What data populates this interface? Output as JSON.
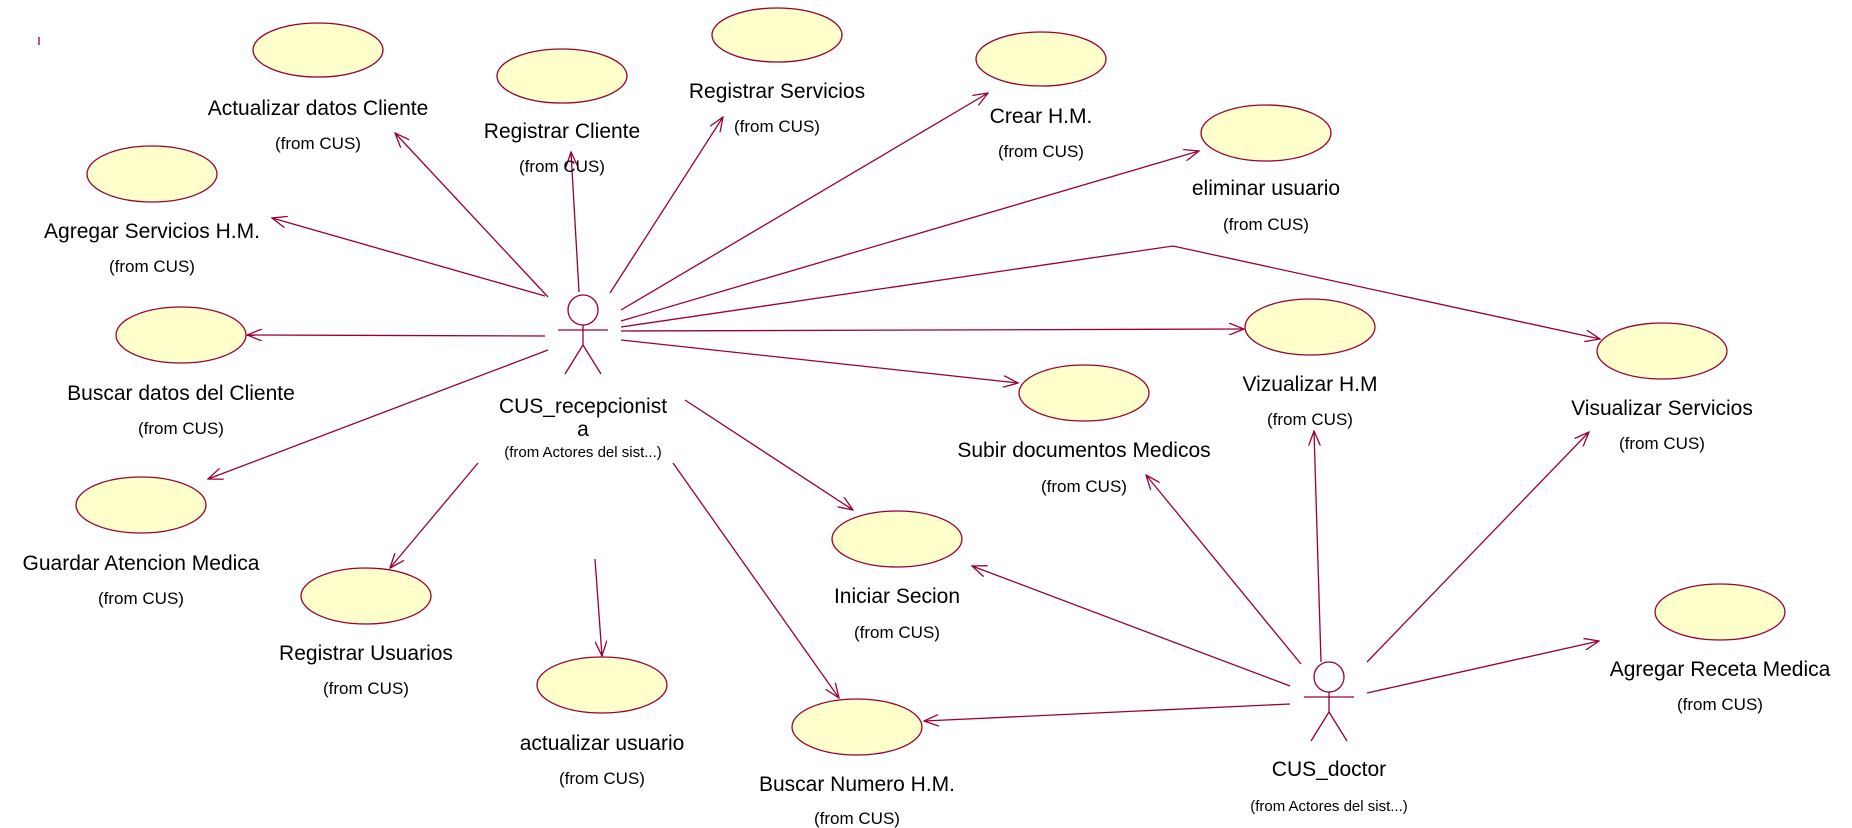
{
  "use_cases": [
    {
      "id": "actualizar-datos-cliente",
      "name": "Actualizar datos Cliente",
      "from": "(from CUS)"
    },
    {
      "id": "registrar-cliente",
      "name": "Registrar Cliente",
      "from": "(from CUS)"
    },
    {
      "id": "registrar-servicios",
      "name": "Registrar Servicios",
      "from": "(from CUS)"
    },
    {
      "id": "crear-hm",
      "name": "Crear H.M.",
      "from": "(from CUS)"
    },
    {
      "id": "eliminar-usuario",
      "name": "eliminar usuario",
      "from": "(from CUS)"
    },
    {
      "id": "agregar-servicios-hm",
      "name": "Agregar Servicios H.M.",
      "from": "(from CUS)"
    },
    {
      "id": "buscar-datos-cliente",
      "name": "Buscar datos del Cliente",
      "from": "(from CUS)"
    },
    {
      "id": "guardar-atencion-medica",
      "name": "Guardar Atencion Medica",
      "from": "(from CUS)"
    },
    {
      "id": "registrar-usuarios",
      "name": "Registrar Usuarios",
      "from": "(from CUS)"
    },
    {
      "id": "actualizar-usuario",
      "name": "actualizar usuario",
      "from": "(from CUS)"
    },
    {
      "id": "buscar-numero-hm",
      "name": "Buscar Numero H.M.",
      "from": "(from CUS)"
    },
    {
      "id": "iniciar-secion",
      "name": "Iniciar Secion",
      "from": "(from CUS)"
    },
    {
      "id": "subir-documentos-medicos",
      "name": "Subir documentos Medicos",
      "from": "(from CUS)"
    },
    {
      "id": "vizualizar-hm",
      "name": "Vizualizar H.M",
      "from": "(from CUS)"
    },
    {
      "id": "visualizar-servicios",
      "name": "Visualizar Servicios",
      "from": "(from CUS)"
    },
    {
      "id": "agregar-receta-medica",
      "name": "Agregar Receta Medica",
      "from": "(from CUS)"
    }
  ],
  "actors": [
    {
      "id": "recepcionista",
      "name_line1": "CUS_recepcionist",
      "name_line2": "a",
      "from": "(from Actores del sist...)"
    },
    {
      "id": "doctor",
      "name_line1": "CUS_doctor",
      "name_line2": "",
      "from": "(from Actores del sist...)"
    }
  ],
  "associations": [
    {
      "from": "recepcionista",
      "to": "actualizar-datos-cliente"
    },
    {
      "from": "recepcionista",
      "to": "registrar-cliente"
    },
    {
      "from": "recepcionista",
      "to": "registrar-servicios"
    },
    {
      "from": "recepcionista",
      "to": "crear-hm"
    },
    {
      "from": "recepcionista",
      "to": "eliminar-usuario"
    },
    {
      "from": "recepcionista",
      "to": "visualizar-servicios"
    },
    {
      "from": "recepcionista",
      "to": "agregar-servicios-hm"
    },
    {
      "from": "recepcionista",
      "to": "buscar-datos-cliente"
    },
    {
      "from": "recepcionista",
      "to": "vizualizar-hm"
    },
    {
      "from": "recepcionista",
      "to": "subir-documentos-medicos"
    },
    {
      "from": "recepcionista",
      "to": "guardar-atencion-medica"
    },
    {
      "from": "recepcionista",
      "to": "registrar-usuarios"
    },
    {
      "from": "recepcionista",
      "to": "actualizar-usuario"
    },
    {
      "from": "recepcionista",
      "to": "iniciar-secion"
    },
    {
      "from": "recepcionista",
      "to": "buscar-numero-hm"
    },
    {
      "from": "doctor",
      "to": "subir-documentos-medicos"
    },
    {
      "from": "doctor",
      "to": "vizualizar-hm"
    },
    {
      "from": "doctor",
      "to": "visualizar-servicios"
    },
    {
      "from": "doctor",
      "to": "iniciar-secion"
    },
    {
      "from": "doctor",
      "to": "buscar-numero-hm"
    },
    {
      "from": "doctor",
      "to": "agregar-receta-medica"
    }
  ],
  "colors": {
    "line": "#990033",
    "use_case_fill": "#ffffcc"
  }
}
